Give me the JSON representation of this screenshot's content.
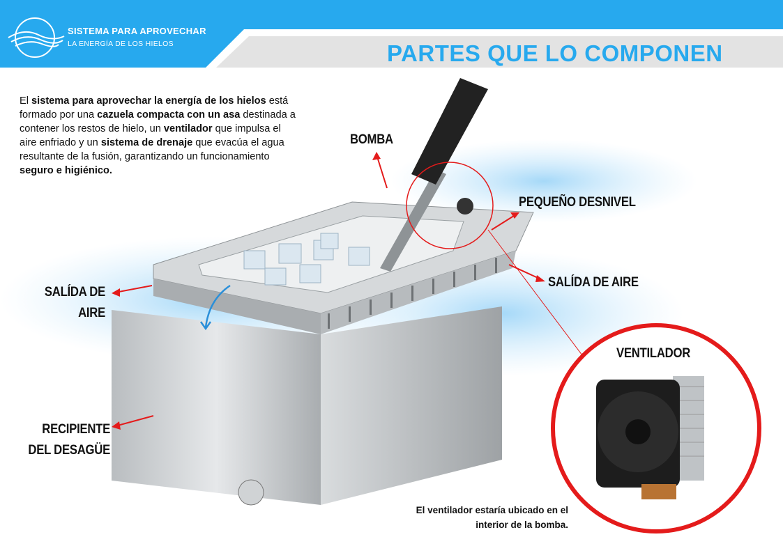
{
  "header": {
    "brand_line1": "SISTEMA PARA APROVECHAR",
    "brand_line2": "LA ENERGÍA DE LOS HIELOS",
    "title": "PARTES QUE LO COMPONEN"
  },
  "intro": {
    "segments": [
      {
        "text": "El ",
        "bold": false
      },
      {
        "text": "sistema para aprovechar la energía de los hielos",
        "bold": true
      },
      {
        "text": " está formado por una ",
        "bold": false
      },
      {
        "text": "cazuela compacta con un asa",
        "bold": true
      },
      {
        "text": " destinada a contener los restos de hielo, un ",
        "bold": false
      },
      {
        "text": "ventilador",
        "bold": true
      },
      {
        "text": " que impulsa el aire enfriado y un ",
        "bold": false
      },
      {
        "text": "sistema de drenaje",
        "bold": true
      },
      {
        "text": " que evacúa el agua resultante de la fusión, garantizando un funcionamiento ",
        "bold": false
      },
      {
        "text": "seguro e higiénico.",
        "bold": true
      }
    ]
  },
  "labels": {
    "bomba": "BOMBA",
    "desnivel": "PEQUEÑO DESNIVEL",
    "salida_right": "SALÍDA DE AIRE",
    "salida_left_1": "SALÍDA DE",
    "salida_left_2": "AIRE",
    "recipiente_1": "RECIPIENTE",
    "recipiente_2": "DEL DESAGÜE",
    "ventilador": "VENTILADOR"
  },
  "note": {
    "line1": "El ventilador estaría ubicado en el",
    "line2": "interior de la bomba."
  },
  "colors": {
    "brand": "#27a9ee",
    "accent": "#e41b1b",
    "steel": "#c9cdd0"
  }
}
